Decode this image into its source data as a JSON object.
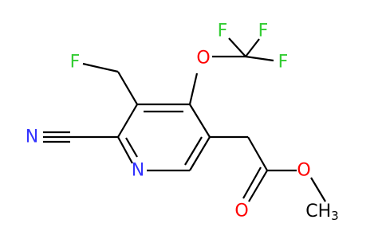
{
  "colors": {
    "bond": "#000000",
    "nitrogen": "#3333ff",
    "oxygen": "#ff0000",
    "fluorine": "#33cc33",
    "background": "#ffffff"
  },
  "labels": {
    "f_fluoromethyl": "F",
    "n_nitrile": "N",
    "n_ring": "N",
    "o_ether": "O",
    "f_cf3_1": "F",
    "f_cf3_2": "F",
    "f_cf3_3": "F",
    "o_ester": "O",
    "o_carbonyl": "O",
    "methyl_c": "CH",
    "methyl_sub": "3"
  }
}
